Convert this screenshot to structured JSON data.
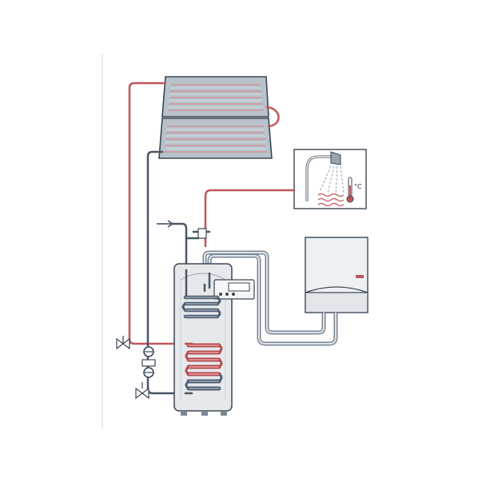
{
  "shower_panel": {
    "temperature_unit": "°C"
  },
  "colors": {
    "hot_pipe": "#c0565a",
    "cold_pipe": "#4a5668",
    "collector_fill": "#b9c3cc",
    "tank_fill": "#e6e9ec",
    "coil_hot": "#c4585c",
    "coil_cold": "#5a6878"
  },
  "components": [
    "solar-collector-panel",
    "shower-panel",
    "hot-water-storage-tank",
    "boiler",
    "tank-controller",
    "pump",
    "valve"
  ]
}
